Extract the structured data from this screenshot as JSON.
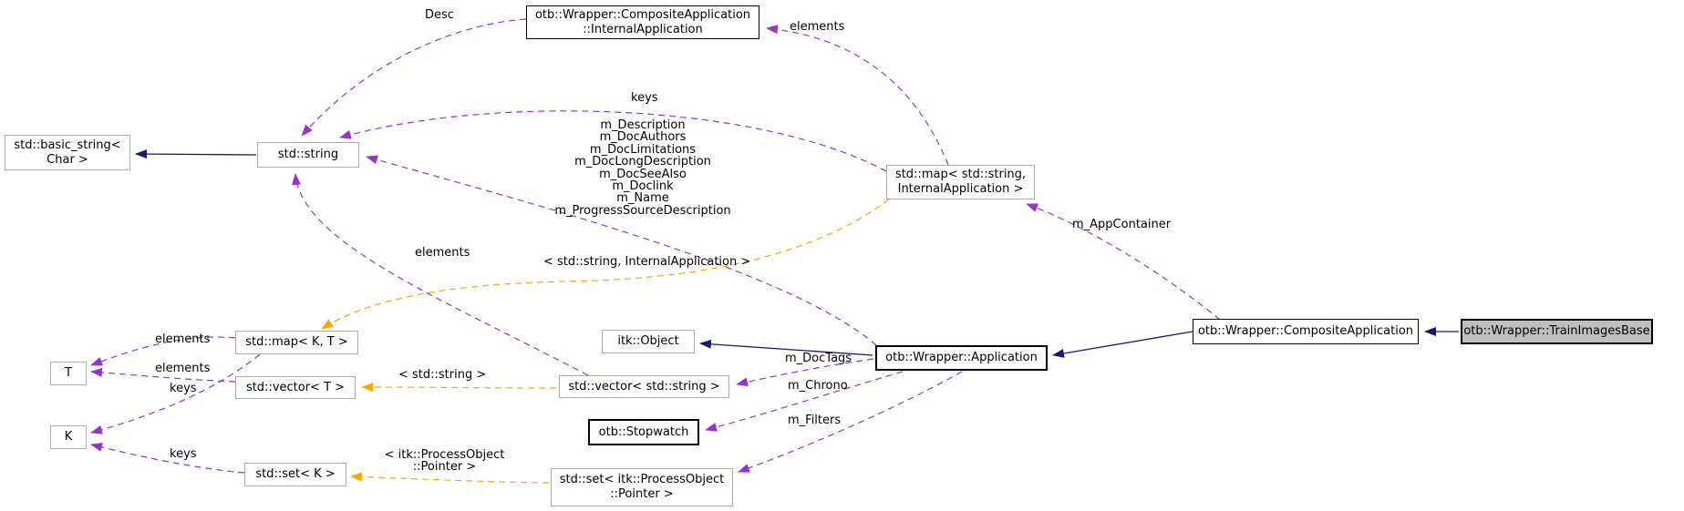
{
  "diagram": {
    "type": "doxygen-collaboration-graph",
    "colors": {
      "inheritance_edge": "#191970",
      "usage_edge": "#9932CC",
      "template_edge": "#FFA500",
      "external_node_border": "#ACACAC",
      "documented_node_border": "#000000",
      "current_node_fill": "#BFBFBF",
      "background": "#FFFFFF"
    },
    "nodes": {
      "internal_app": {
        "line1": "otb::Wrapper::CompositeApplication",
        "line2": "::InternalApplication"
      },
      "basic_string": {
        "line1": "std::basic_string<",
        "line2": "Char >"
      },
      "std_string": {
        "line1": "std::string"
      },
      "map_string_internal": {
        "line1": "std::map< std::string,",
        "line2": "InternalApplication >"
      },
      "composite_app": {
        "line1": "otb::Wrapper::CompositeApplication"
      },
      "train_images_base": {
        "line1": "otb::Wrapper::TrainImagesBase"
      },
      "map_kt": {
        "line1": "std::map< K, T >"
      },
      "t_param": {
        "line1": "T"
      },
      "vector_t": {
        "line1": "std::vector< T >"
      },
      "vector_string": {
        "line1": "std::vector< std::string >"
      },
      "itk_object": {
        "line1": "itk::Object"
      },
      "application": {
        "line1": "otb::Wrapper::Application"
      },
      "stopwatch": {
        "line1": "otb::Stopwatch"
      },
      "k_param": {
        "line1": "K"
      },
      "set_k": {
        "line1": "std::set< K >"
      },
      "set_process": {
        "line1": "std::set< itk::ProcessObject",
        "line2": "::Pointer >"
      }
    },
    "edge_labels": {
      "desc": "Desc",
      "elements_map_internal": "elements",
      "keys_map_string": "keys",
      "app_string_members": [
        "m_Description",
        "m_DocAuthors",
        "m_DocLimitations",
        "m_DocLongDescription",
        "m_DocSeeAlso",
        "m_Doclink",
        "m_Name",
        "m_ProgressSourceDescription"
      ],
      "elements_vector_string": "elements",
      "tmpl_map": "< std::string, InternalApplication >",
      "m_appcontainer": "m_AppContainer",
      "elements_map_kt": "elements",
      "elements_vector_t": "elements",
      "keys_map_kt": "keys",
      "keys_set_k": "keys",
      "tmpl_vector": "< std::string >",
      "tmpl_set_line1": "< itk::ProcessObject",
      "tmpl_set_line2": "::Pointer >",
      "m_doctags": "m_DocTags",
      "m_chrono": "m_Chrono",
      "m_filters": "m_Filters"
    }
  }
}
